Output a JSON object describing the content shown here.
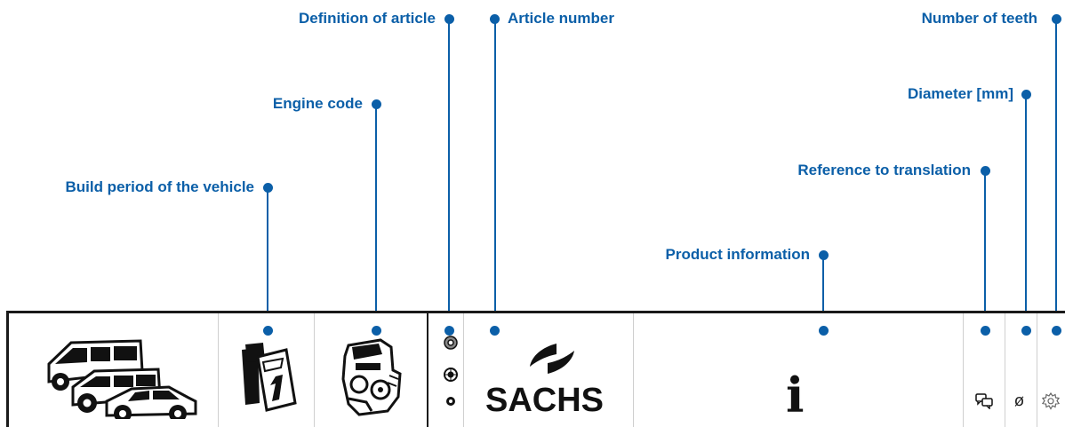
{
  "accent_color": "#0b5fa8",
  "callouts": {
    "build_period": "Build period of the vehicle",
    "engine_code": "Engine code",
    "definition_of_article": "Definition of article",
    "article_number": "Article number",
    "product_information": "Product information",
    "reference_to_translation": "Reference to translation",
    "diameter": "Diameter [mm]",
    "number_of_teeth": "Number of teeth"
  },
  "columns": {
    "vehicles": {
      "icon": "vehicles-icon"
    },
    "build_period": {
      "icon": "calendar-icon"
    },
    "engine": {
      "icon": "engine-icon"
    },
    "article_definition": {
      "icons": [
        "clutch-disc-icon",
        "pressure-plate-icon",
        "release-bearing-icon"
      ]
    },
    "article_number": {
      "brand": "SACHS",
      "icon": "sachs-logo-icon"
    },
    "product_information": {
      "glyph": "i",
      "icon": "info-icon"
    },
    "translation": {
      "icon": "speech-bubbles-icon"
    },
    "diameter": {
      "glyph": "ø",
      "icon": "diameter-icon"
    },
    "teeth": {
      "icon": "gear-outline-icon"
    }
  }
}
